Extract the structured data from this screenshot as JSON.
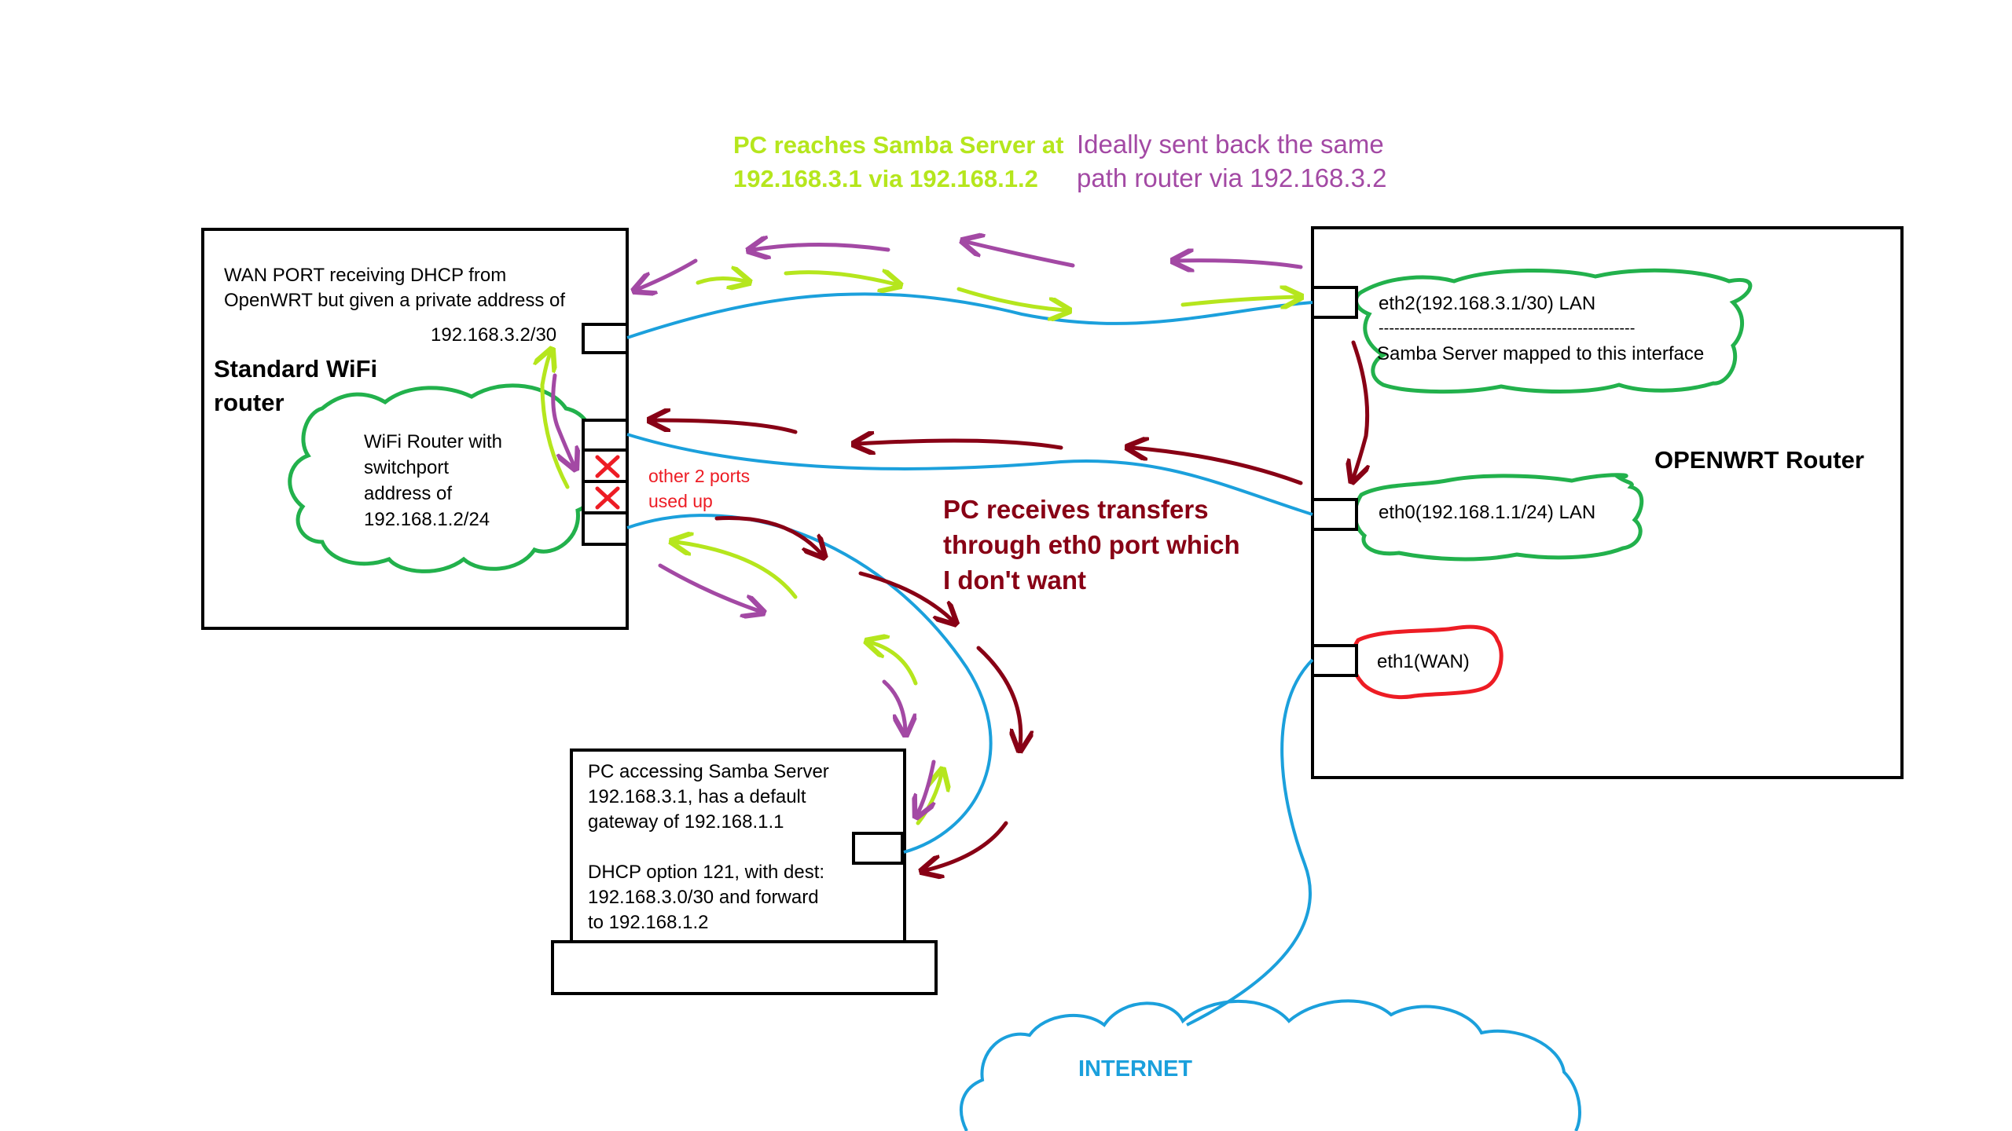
{
  "annotations": {
    "pc_reaches_line1": "PC reaches Samba Server at",
    "pc_reaches_line2": "192.168.3.1 via 192.168.1.2",
    "ideally_line1": "Ideally sent back the same",
    "ideally_line2": "path router via 192.168.3.2",
    "pc_receives_line1": "PC receives transfers",
    "pc_receives_line2": "through eth0 port which",
    "pc_receives_line3": "I don't want"
  },
  "wifi_router": {
    "title_line1": "Standard WiFi",
    "title_line2": "router",
    "wan_line1": "WAN PORT receiving DHCP from",
    "wan_line2": "OpenWRT but given a private address of",
    "wan_address": "192.168.3.2/30",
    "switch_line1": "WiFi Router with",
    "switch_line2": "switchport",
    "switch_line3": "address of",
    "switch_line4": "192.168.1.2/24",
    "ports_note_line1": "other 2 ports",
    "ports_note_line2": "used up"
  },
  "openwrt_router": {
    "title": "OPENWRT Router",
    "eth2": "eth2(192.168.3.1/30) LAN",
    "divider": "-------------------------------------------------",
    "samba": "Samba Server mapped to this interface",
    "eth0": "eth0(192.168.1.1/24) LAN",
    "eth1": "eth1(WAN)"
  },
  "pc": {
    "line1": "PC accessing Samba Server",
    "line2": "192.168.3.1, has a default",
    "line3": "gateway of 192.168.1.1",
    "line4": "DHCP option 121, with dest:",
    "line5": "192.168.3.0/30 and forward",
    "line6": "to 192.168.1.2"
  },
  "internet": {
    "label": "INTERNET"
  },
  "colors": {
    "green_path": "#b5e61d",
    "purple_path": "#a349a4",
    "darkred_path": "#880015",
    "cable": "#1ba0dc",
    "cloud_green": "#22b14c",
    "cloud_red": "#ed1c24",
    "internet_blue": "#1ba0dc"
  }
}
